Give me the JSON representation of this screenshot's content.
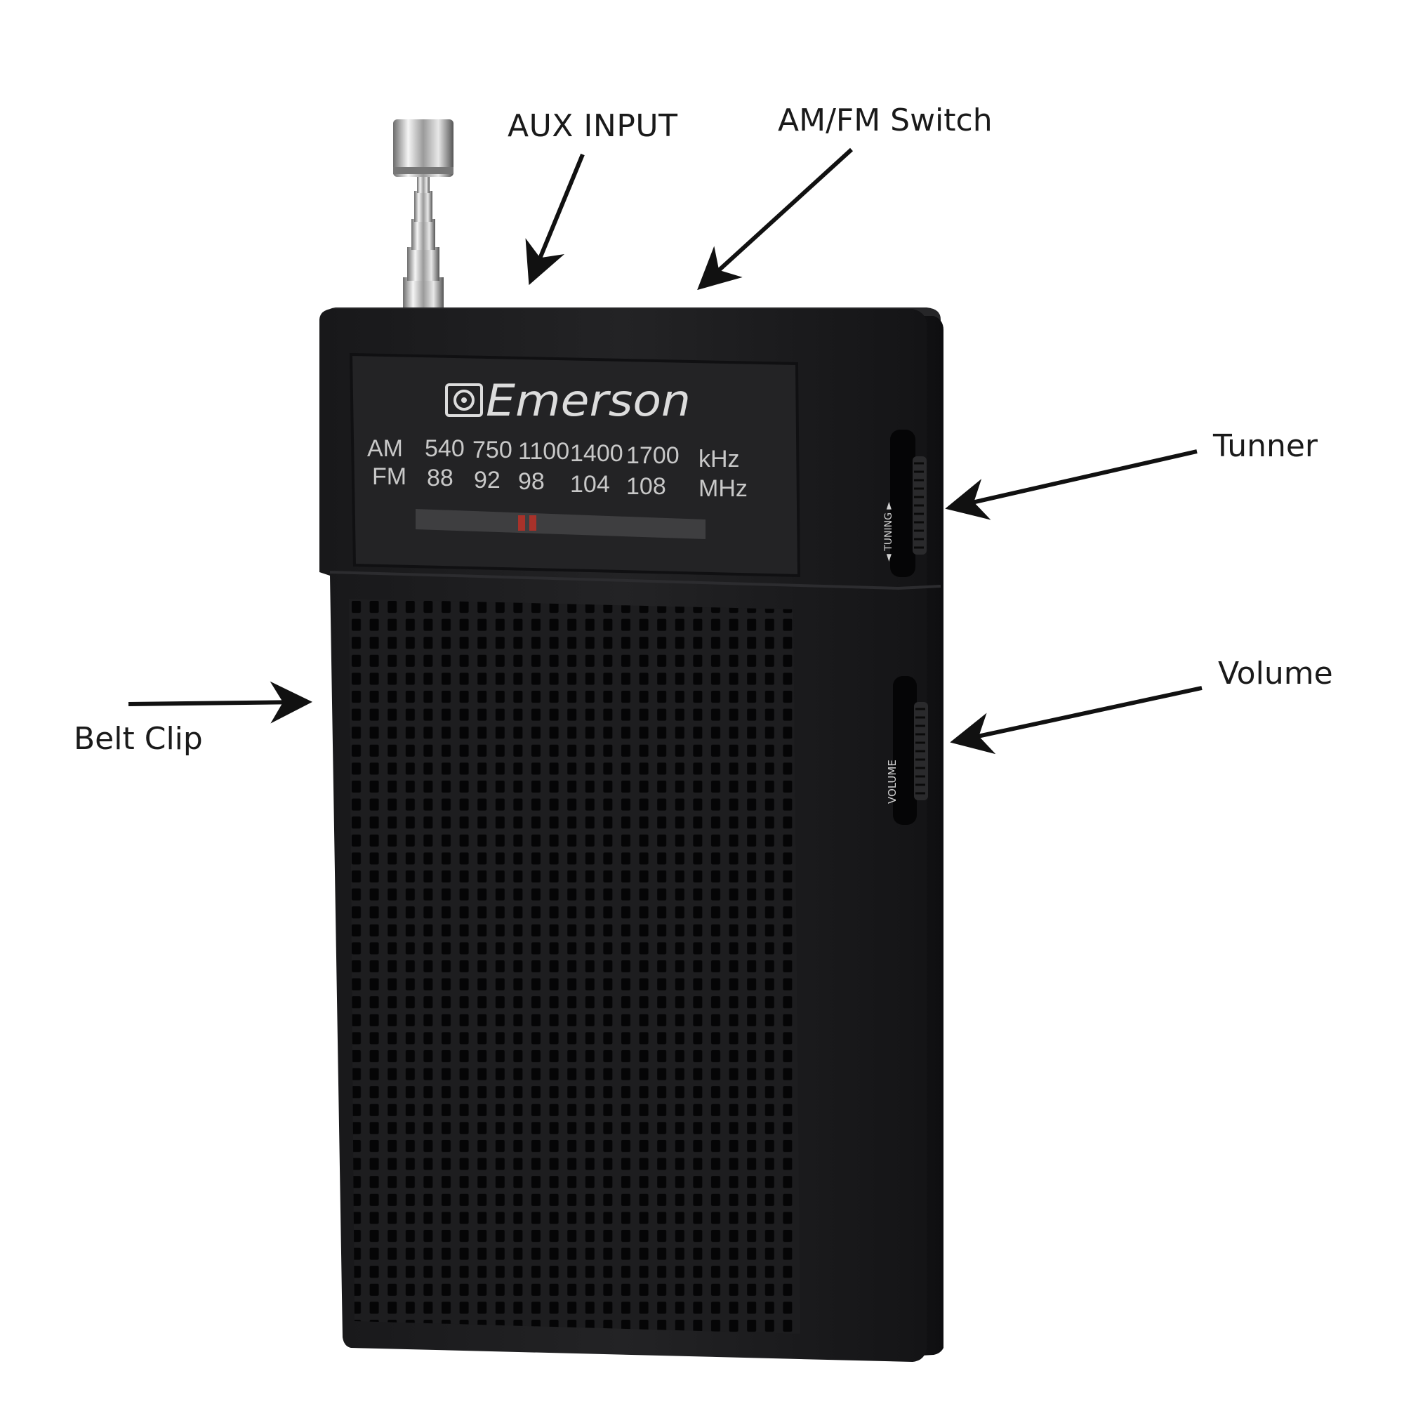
{
  "callouts": {
    "aux_input": "AUX INPUT",
    "am_fm_switch": "AM/FM Switch",
    "tuner": "Tunner",
    "volume": "Volume",
    "belt_clip": "Belt Clip"
  },
  "radio": {
    "brand": "Emerson",
    "dial": {
      "am_label": "AM",
      "fm_label": "FM",
      "am_values": [
        "540",
        "750",
        "1100",
        "1400",
        "1700"
      ],
      "fm_values": [
        "88",
        "92",
        "98",
        "104",
        "108"
      ],
      "am_unit": "kHz",
      "fm_unit": "MHz"
    },
    "side_labels": {
      "tuning": "◄ TUNING ►",
      "volume": "VOLUME"
    }
  },
  "colors": {
    "body": "#1c1c1e",
    "dial_panel": "#232325",
    "dial_text": "#c8c8c8",
    "tuning_bar": "#444446",
    "tuning_marker": "#a8322a",
    "arrow": "#111111",
    "label": "#1a1a1a"
  }
}
